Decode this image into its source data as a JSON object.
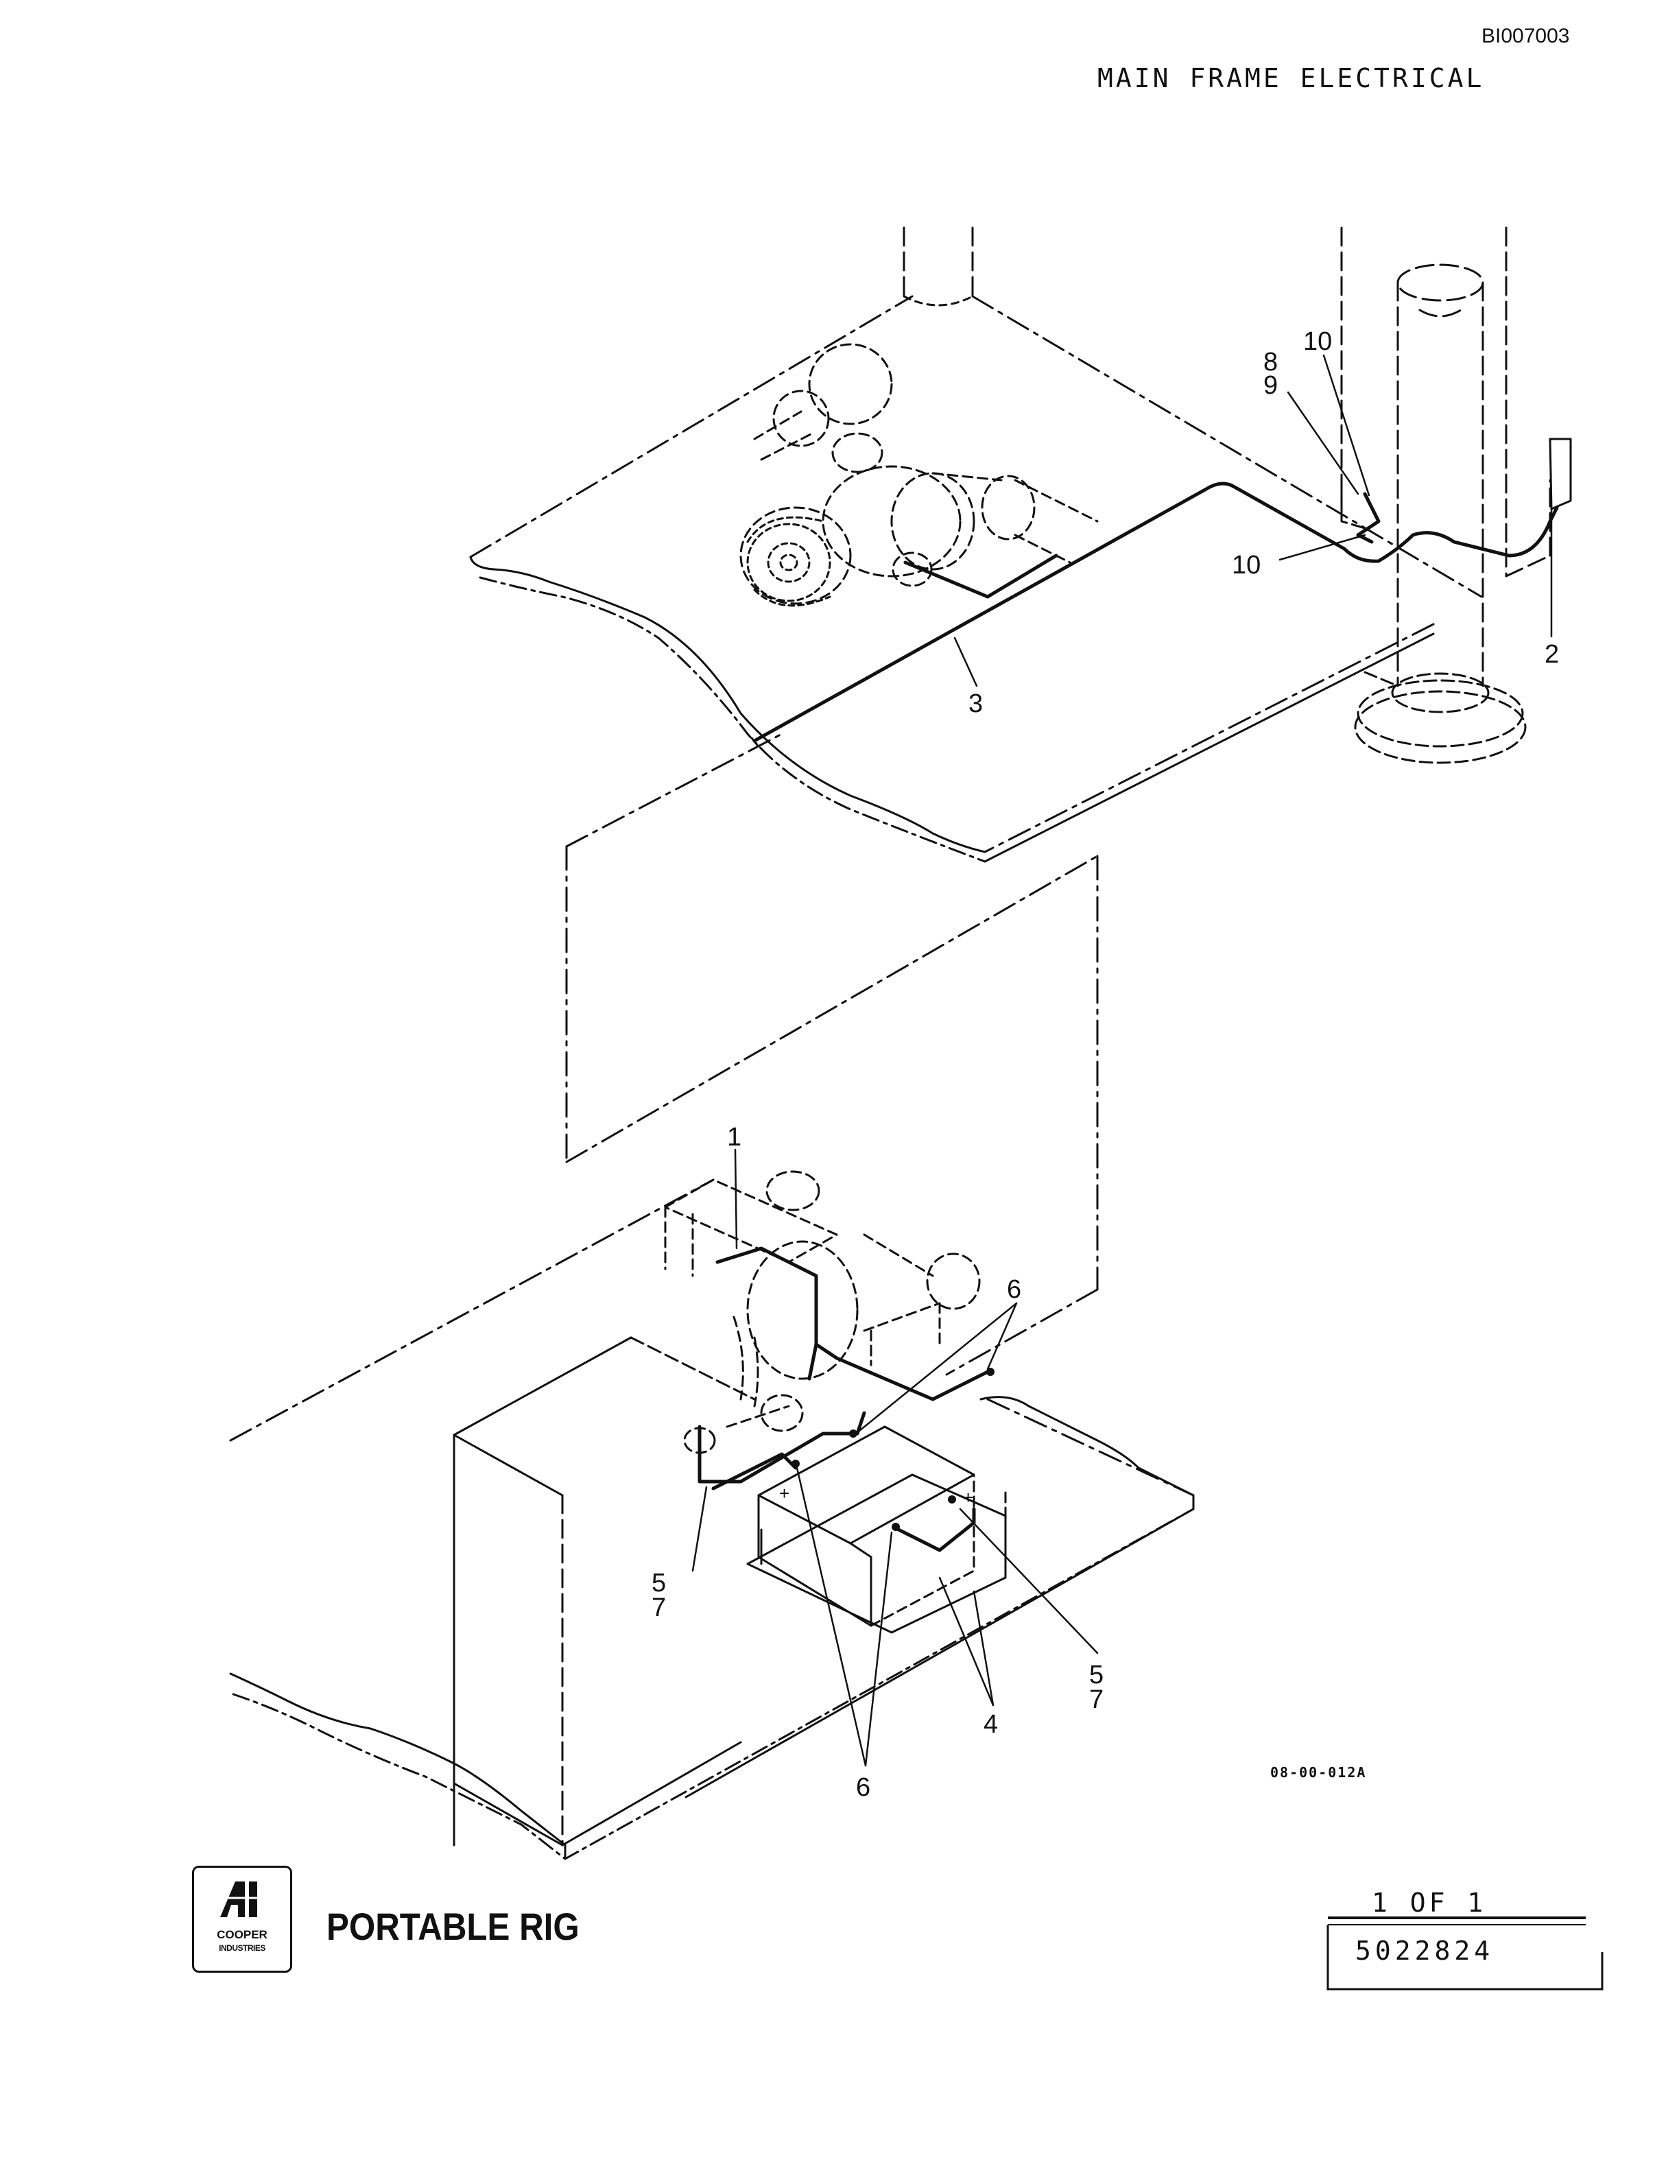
{
  "header": {
    "doc_id": "BI007003",
    "title": "MAIN FRAME ELECTRICAL"
  },
  "diagram": {
    "callouts": [
      {
        "id": "c10a",
        "label": "10"
      },
      {
        "id": "c8",
        "label": "8"
      },
      {
        "id": "c9",
        "label": "9"
      },
      {
        "id": "c10b",
        "label": "10"
      },
      {
        "id": "c2",
        "label": "2"
      },
      {
        "id": "c3",
        "label": "3"
      },
      {
        "id": "c1",
        "label": "1"
      },
      {
        "id": "c6a",
        "label": "6"
      },
      {
        "id": "c5a",
        "label": "5"
      },
      {
        "id": "c7a",
        "label": "7"
      },
      {
        "id": "c5b",
        "label": "5"
      },
      {
        "id": "c7b",
        "label": "7"
      },
      {
        "id": "c4",
        "label": "4"
      },
      {
        "id": "c6b",
        "label": "6"
      },
      {
        "id": "plus1",
        "label": "+"
      },
      {
        "id": "plus2",
        "label": "+"
      }
    ],
    "figure_code": "08-00-012A"
  },
  "footer": {
    "logo_line1": "COOPER",
    "logo_line2": "INDUSTRIES",
    "product": "PORTABLE RIG",
    "sheet": "1 OF 1",
    "part_number": "5022824"
  }
}
